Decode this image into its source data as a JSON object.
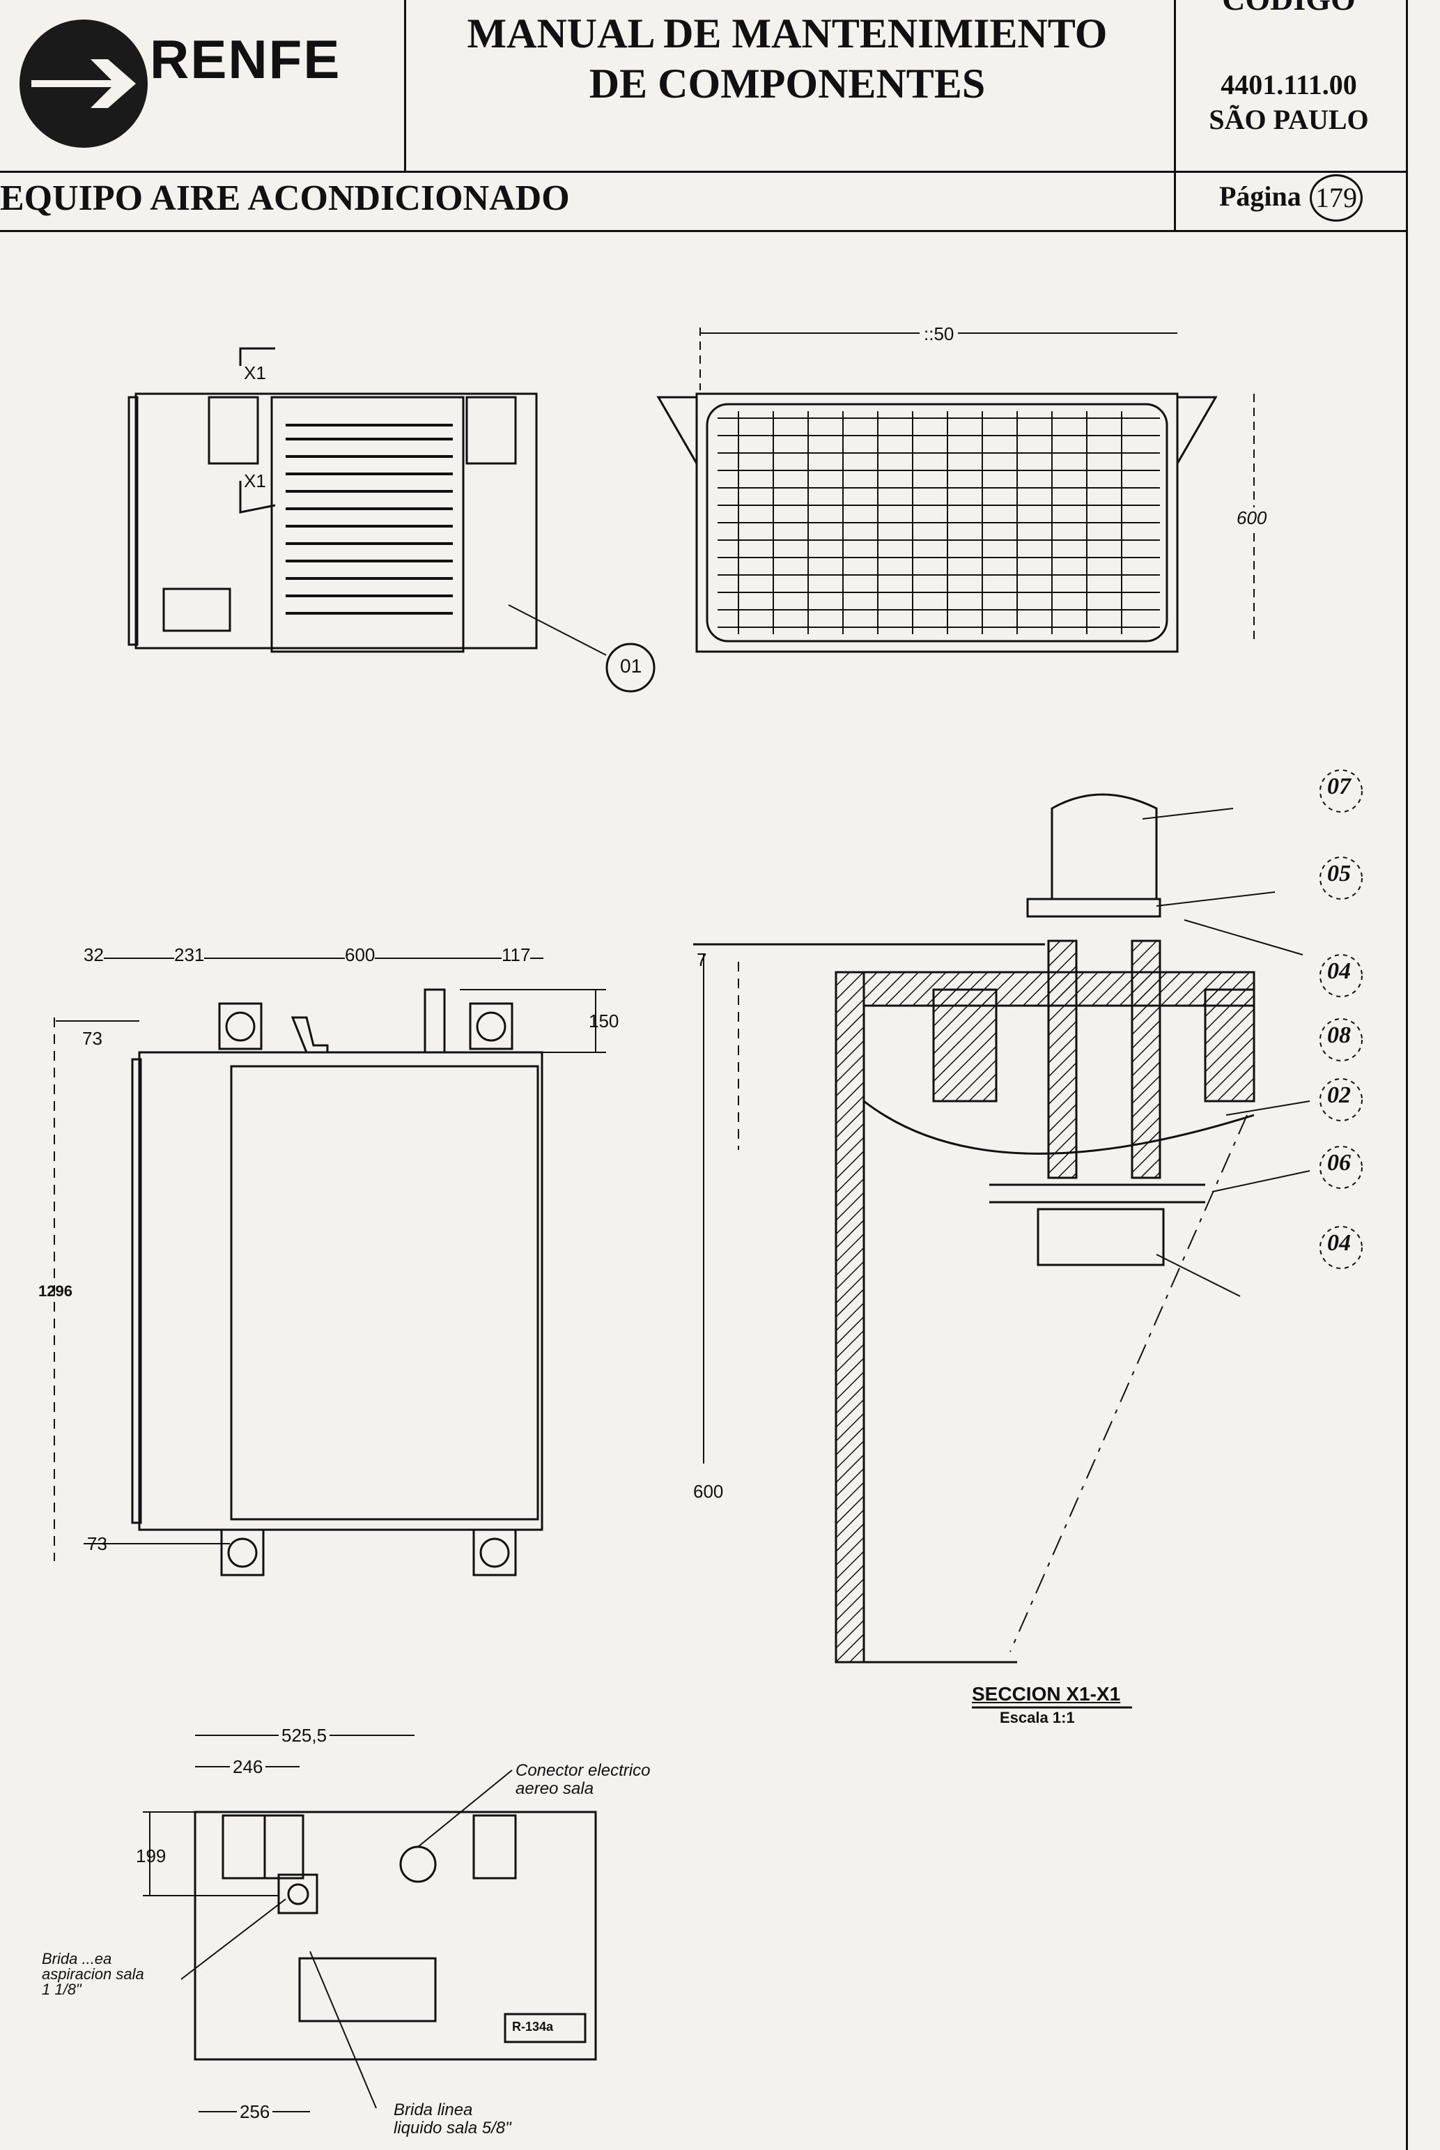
{
  "header": {
    "logo_text": "RENFE",
    "title_line1": "MANUAL DE MANTENIMIENTO",
    "title_line2": "DE COMPONENTES",
    "code_label": "CODIGO",
    "code_number": "4401.111.00",
    "code_city": "SÃO PAULO"
  },
  "section": {
    "title": "EQUIPO AIRE ACONDICIONADO",
    "page_label": "Página",
    "page_number": "179"
  },
  "drawings": {
    "top_view": {
      "section_mark": "X1",
      "callout": "01"
    },
    "front_view": {
      "width_dim": "::50",
      "height_dim": "600"
    },
    "side_view": {
      "dims": [
        "32",
        "231",
        "600",
        "117",
        "150",
        "73",
        "1296",
        "73"
      ]
    },
    "section_view": {
      "dims": [
        "7",
        "600"
      ],
      "callouts": [
        "07",
        "05",
        "04",
        "08",
        "02",
        "06",
        "04"
      ],
      "title": "SECCION X1-X1",
      "scale": "Escala 1:1"
    },
    "bottom_view": {
      "dims": [
        "525,5",
        "246",
        "199",
        "256"
      ],
      "label_connector": [
        "Conector electrico",
        "aereo sala"
      ],
      "label_suction": [
        "Brida ...ea",
        "aspiracion sala",
        "1 1/8\""
      ],
      "label_liquid": [
        "Brida linea",
        "liquido sala 5/8\""
      ],
      "nameplate": "R-134a"
    }
  }
}
